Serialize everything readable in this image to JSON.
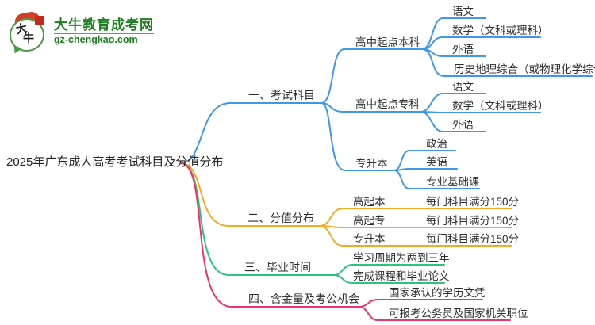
{
  "logo": {
    "icon_chars": [
      "大",
      "牛"
    ],
    "site_name": "大牛教育成考网",
    "site_url": "gz-chengkao.com",
    "brand_green": "#1e7d1e"
  },
  "root": {
    "label": "2025年广东成人高考考试科目及分值分布"
  },
  "branches": [
    {
      "label": "一、考试科目",
      "color": "#3e97e8",
      "children": [
        {
          "label": "高中起点本科",
          "children": [
            "语文",
            "数学（文科或理科）",
            "外语",
            "历史地理综合（或物理化学综合）"
          ]
        },
        {
          "label": "高中起点专科",
          "children": [
            "语文",
            "数学（文科或理科）",
            "外语"
          ]
        },
        {
          "label": "专升本",
          "children": [
            "政治",
            "英语",
            "专业基础课"
          ]
        }
      ]
    },
    {
      "label": "二、分值分布",
      "color": "#f7a923",
      "children": [
        {
          "label": "高起本",
          "children": [
            "每门科目满分150分"
          ]
        },
        {
          "label": "高起专",
          "children": [
            "每门科目满分150分"
          ]
        },
        {
          "label": "专升本",
          "children": [
            "每门科目满分150分"
          ]
        }
      ]
    },
    {
      "label": "三、毕业时间",
      "color": "#2ec47d",
      "children": [
        {
          "label": "学习周期为两到三年"
        },
        {
          "label": "完成课程和毕业论文"
        }
      ]
    },
    {
      "label": "四、含金量及考公机会",
      "color": "#ee3370",
      "children": [
        {
          "label": "国家承认的学历文凭"
        },
        {
          "label": "可报考公务员及国家机关职位"
        }
      ]
    }
  ]
}
